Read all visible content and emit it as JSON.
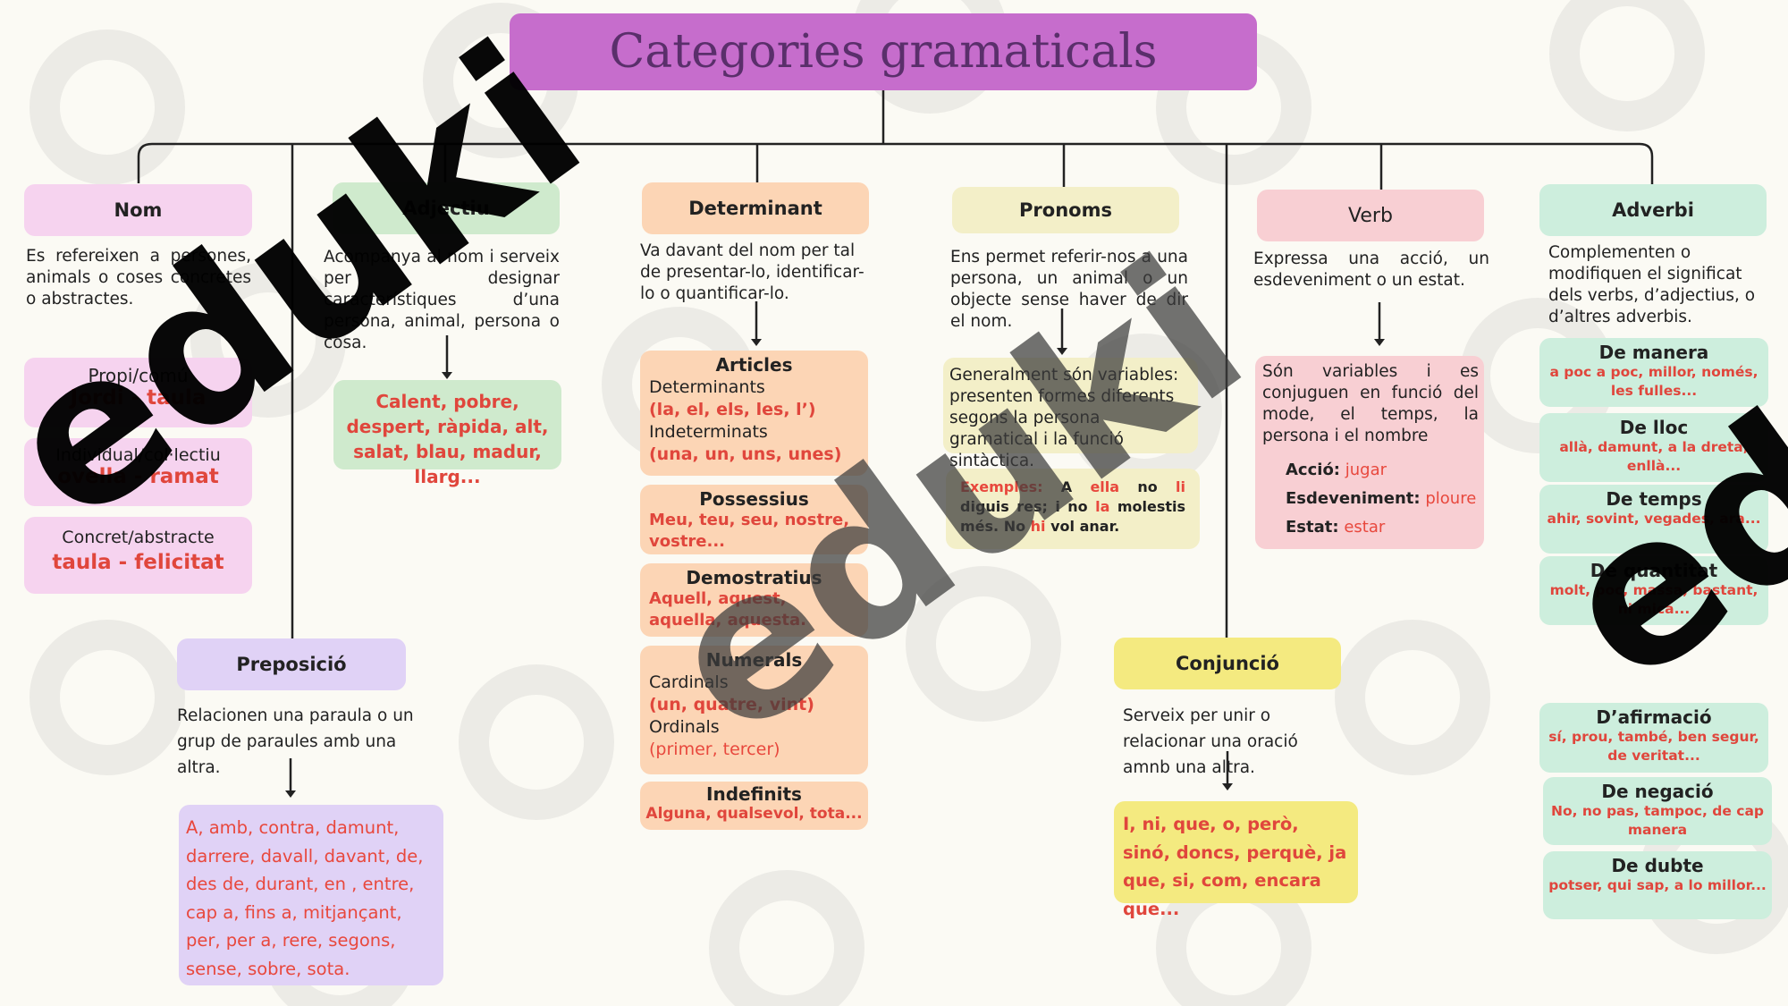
{
  "title": "Categories gramaticals",
  "watermark": "eduki",
  "colors": {
    "title": "#c66dcc",
    "nom": "#f6d3ef",
    "adjectiu": "#cfeacd",
    "determinant": "#fcd5b5",
    "pronoms": "#f3efc8",
    "verb": "#f8cfd3",
    "adverbi": "#cdeedd",
    "preposicio": "#e0d2f6",
    "conjuncio": "#f4ea80",
    "accent_red": "#e8483d"
  },
  "nom": {
    "title": "Nom",
    "desc": "Es refereixen a persones, animals o coses concretes o abstractes.",
    "b1_label": "Propi/comú",
    "b1_ex": "Jordi - taula",
    "b2_label": "Individual/col·lectiu",
    "b2_ex": "ovella - ramat",
    "b3_label": "Concret/abstracte",
    "b3_ex": "taula - felicitat"
  },
  "adjectiu": {
    "title": "Adjectiu",
    "desc": "Acompanya al nom i serveix per designar característiques d’una persona, animal, persona o cosa.",
    "examples": "Calent, pobre, despert, ràpida, alt, salat, blau, madur, llarg..."
  },
  "determinant": {
    "title": "Determinant",
    "desc": "Va davant del nom per tal de presentar-lo, identificar-lo o quantificar-lo.",
    "articles_title": "Articles",
    "articles_l1": "Determinants",
    "articles_e1": "(la, el, els, les, l’)",
    "articles_l2": "Indeterminats",
    "articles_e2": "(una, un, uns, unes)",
    "possessius_title": "Possessius",
    "possessius_ex": "Meu, teu, seu, nostre, vostre...",
    "demostratius_title": "Demostratius",
    "demostratius_ex": "Aquell, aquest, aquella, aquesta.",
    "numerals_title": "Numerals",
    "numerals_l1": "Cardinals",
    "numerals_e1": "(un, quatre, vint)",
    "numerals_l2": "Ordinals",
    "numerals_e2": "(primer, tercer)",
    "indefinits_title": "Indefinits",
    "indefinits_ex": "Alguna, qualsevol, tota..."
  },
  "pronoms": {
    "title": "Pronoms",
    "desc": "Ens permet referir-nos a una persona, un animal o un objecte sense haver de dir el nom.",
    "box1": "Generalment són variables: presenten formes diferents segons la persona gramatical i la funció sintàctica.",
    "ex_label": "Exemples:",
    "ex_t1": "A",
    "ex_p1": "ella",
    "ex_t2": "no",
    "ex_p2": "li",
    "ex_t3": "diguis res; i no",
    "ex_p3": "la",
    "ex_t4": "molestis més. No",
    "ex_p4": "hi",
    "ex_t5": "vol anar."
  },
  "verb": {
    "title": "Verb",
    "desc": "Expressa una acció, un esdeveniment o un estat.",
    "box": "Són variables i es conjuguen en funció del mode, el temps, la persona i el nombre",
    "a_label": "Acció:",
    "a_val": "jugar",
    "e_label": "Esdeveniment:",
    "e_val": "ploure",
    "s_label": "Estat:",
    "s_val": "estar"
  },
  "adverbi": {
    "title": "Adverbi",
    "desc": "Complementen o modifiquen el significat dels verbs, d’adjectius, o d’altres adverbis.",
    "manera_t": "De manera",
    "manera_e": "a poc a poc, millor, només, les fulles...",
    "lloc_t": "De lloc",
    "lloc_e": "allà, damunt, a la dreta, enllà...",
    "temps_t": "De temps",
    "temps_e": "ahir, sovint, vegades, ara...",
    "quant_t": "De quantitat",
    "quant_e": "molt, poc, massa, bastant, ni mica...",
    "afirm_t": "D’afirmació",
    "afirm_e": "sí, prou, també, ben segur, de veritat...",
    "neg_t": "De negació",
    "neg_e": "No, no pas, tampoc, de cap manera",
    "dubte_t": "De dubte",
    "dubte_e": "potser, qui sap, a lo millor..."
  },
  "preposicio": {
    "title": "Preposició",
    "desc": "Relacionen una paraula o un grup de paraules amb una altra.",
    "examples": "A, amb, contra, damunt, darrere, davall, davant, de, des de, durant, en , entre, cap a, fins a, mitjançant, per, per a, rere, segons, sense, sobre, sota."
  },
  "conjuncio": {
    "title": "Conjunció",
    "desc": "Serveix per unir o relacionar una oració amnb una altra.",
    "examples": "I, ni, que, o, però, sinó, doncs, perquè, ja que, si, com, encara que..."
  }
}
